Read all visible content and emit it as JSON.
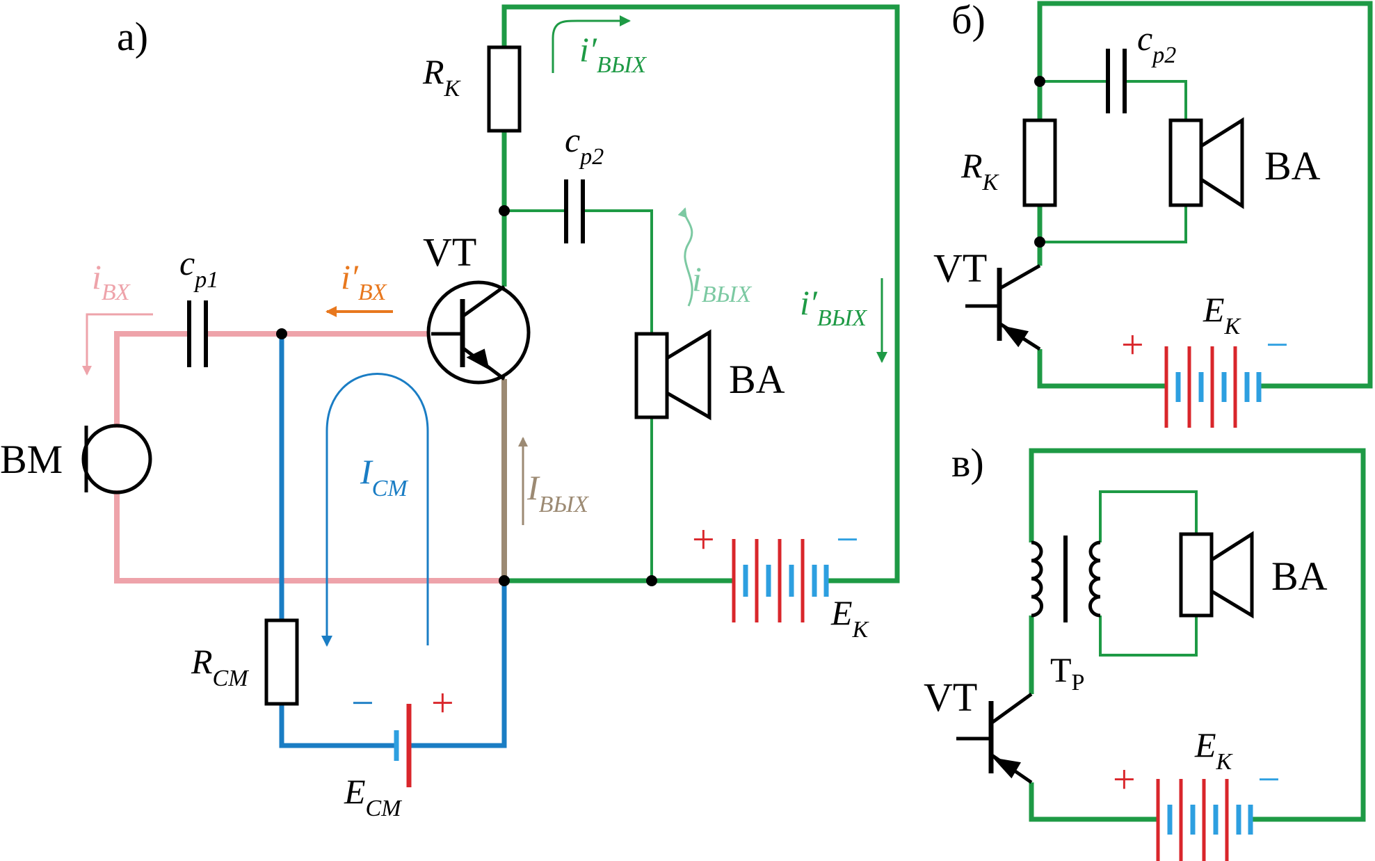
{
  "panels": {
    "a": "а)",
    "b": "б)",
    "c": "в)"
  },
  "labels": {
    "rk": "R",
    "rk_sub": "К",
    "cp": "c",
    "cp1_sub": "p1",
    "cp2_sub": "p2",
    "vt": "VT",
    "ba": "BA",
    "bm": "BM",
    "ek": "E",
    "ek_sub": "К",
    "ecm": "E",
    "ecm_sub": "СМ",
    "rcm": "R",
    "rcm_sub": "СМ",
    "icm": "I",
    "icm_sub": "СМ",
    "ivyx_cap": "I",
    "ivyx_cap_sub": "ВЫХ",
    "ivx": "i",
    "ivx_sub": "ВХ",
    "ivx_prime": "i′",
    "ivx_prime_sub": "ВХ",
    "ivyx": "i",
    "ivyx_sub": "ВЫХ",
    "ivyx_prime": "i′",
    "ivyx_prime_sub": "ВЫХ",
    "tr": "Т",
    "tr_sub": "Р",
    "plus": "+",
    "minus": "−"
  },
  "colors": {
    "green": "#1e9a45",
    "light_green": "#7cc9a2",
    "pink": "#eea3aa",
    "blue": "#1a7dc4",
    "brown": "#9c8a73",
    "orange": "#e8781e",
    "red": "#d9262b",
    "bat_blue": "#2d9fe0"
  }
}
